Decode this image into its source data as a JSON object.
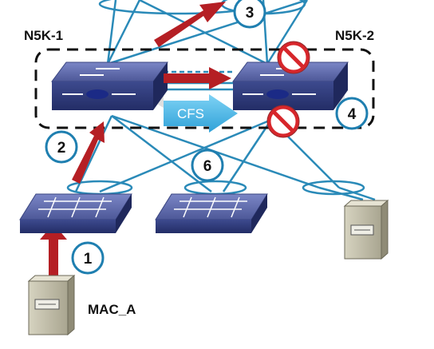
{
  "labels": {
    "switch_left": "N5K-1",
    "switch_right": "N5K-2",
    "host": "MAC_A",
    "sync": "CFS"
  },
  "steps": [
    "1",
    "2",
    "3",
    "4",
    "6"
  ],
  "icons": {
    "blocked": "prohibited-icon",
    "core_switch": "multilayer-switch-icon",
    "access_switch": "fabric-extender-icon",
    "server": "server-tower-icon"
  },
  "colors": {
    "arrow": "#b51f24",
    "link": "#2a8ab8",
    "step_ring": "#1f7fb0",
    "cfs_arrow": "#49b6e8",
    "block": "#d7262b",
    "switch_top": "#5b66a8",
    "switch_side": "#2f3b7e"
  }
}
